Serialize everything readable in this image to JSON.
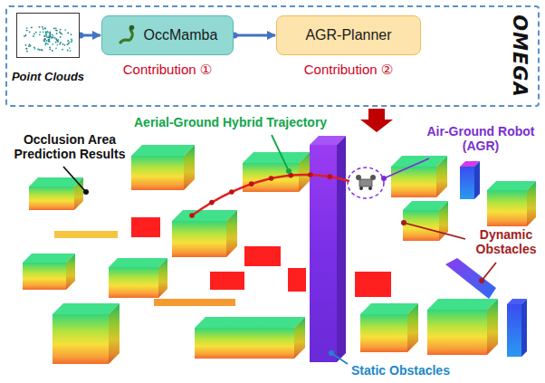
{
  "diagram": {
    "nodes": [
      {
        "text": [
          "OMEGA"
        ]
      },
      {
        "text": [
          "Point Clouds"
        ],
        "in": 0
      },
      {
        "text": [
          "OccMamba",
          "Contribution ①"
        ],
        "in": 0
      },
      {
        "text": [
          "AGR-Planner",
          "Contribution ②"
        ],
        "in": 0
      }
    ],
    "edges": [
      {
        "from": 1,
        "to": 2,
        "arrow": "to"
      },
      {
        "from": 2,
        "to": 3,
        "arrow": "to"
      }
    ],
    "labels": [
      "Aerial-Ground Hybrid Trajectory",
      "Occlusion Area Prediction Results",
      "Air-Ground Robot (AGR)",
      "Dynamic Obstacles",
      "Static Obstacles"
    ]
  }
}
